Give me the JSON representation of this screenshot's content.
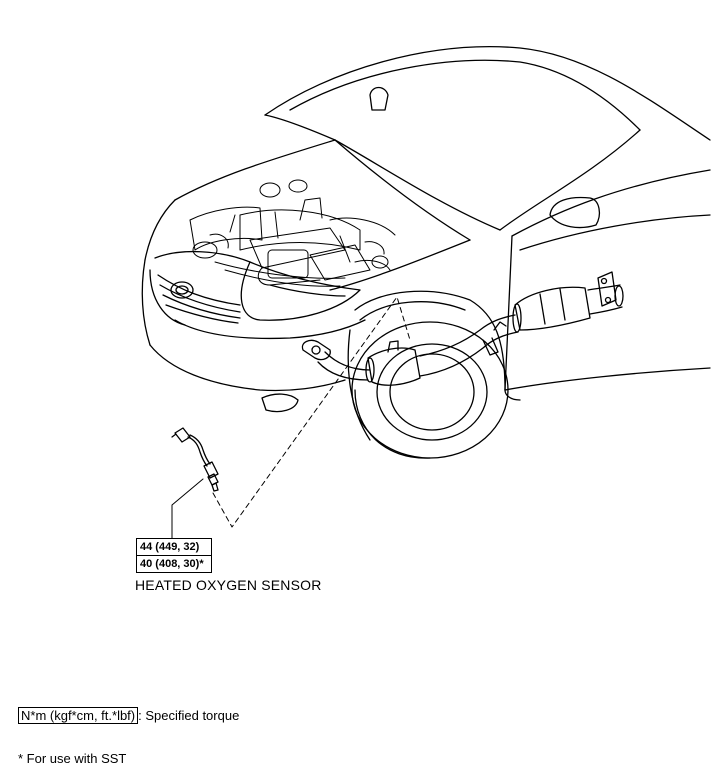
{
  "component_label": "HEATED OXYGEN SENSOR",
  "torque": {
    "standard": "44 (449, 32)",
    "with_sst": "40 (408, 30)*"
  },
  "legend": {
    "unit_box": "N*m (kgf*cm, ft.*lbf)",
    "description": ": Specified torque"
  },
  "footnote": "* For use with SST"
}
